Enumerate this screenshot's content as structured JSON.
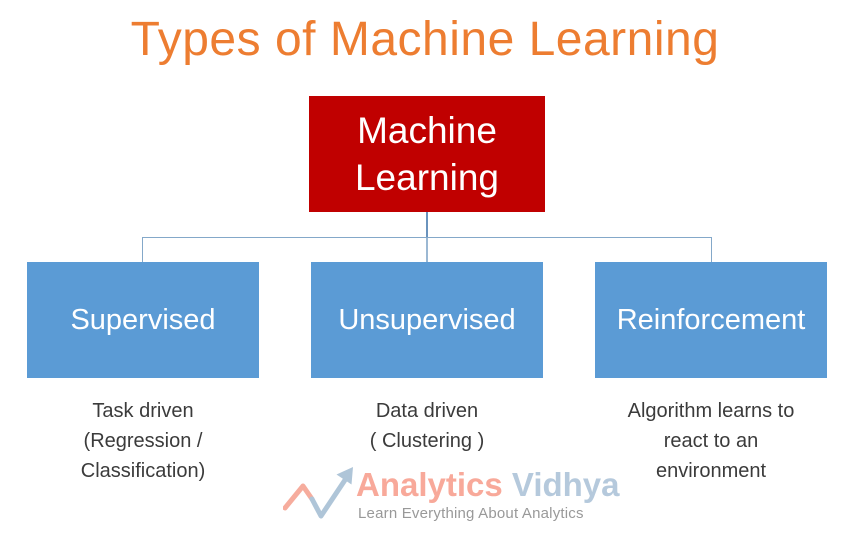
{
  "slide": {
    "title": "Types of Machine Learning",
    "title_color": "#ED7D31",
    "background": "#FFFFFF"
  },
  "diagram": {
    "connector_color": "#84A8C9",
    "root": {
      "label": "Machine Learning",
      "bg": "#C00000",
      "text_color": "#FFFFFF"
    },
    "child_bg": "#5B9BD5",
    "child_text_color": "#FFFFFF",
    "desc_color": "#3B3B3B",
    "children": [
      {
        "label": "Supervised",
        "desc_lines": [
          "Task driven",
          "(Regression /",
          "Classification)"
        ]
      },
      {
        "label": "Unsupervised",
        "desc_lines": [
          "Data driven",
          "( Clustering )"
        ]
      },
      {
        "label": "Reinforcement",
        "desc_lines": [
          "Algorithm learns to",
          "react to an",
          "environment"
        ]
      }
    ]
  },
  "logo": {
    "icon": "trend-arrow-icon",
    "brand_primary": "Analytics",
    "brand_secondary": "Vidhya",
    "brand_primary_color": "#F8A99A",
    "brand_secondary_color": "#B5C9DC",
    "tagline": "Learn Everything About Analytics",
    "tagline_color": "#999999",
    "icon_salmon": "#F6AC9D",
    "icon_blue": "#AFC5D8"
  }
}
